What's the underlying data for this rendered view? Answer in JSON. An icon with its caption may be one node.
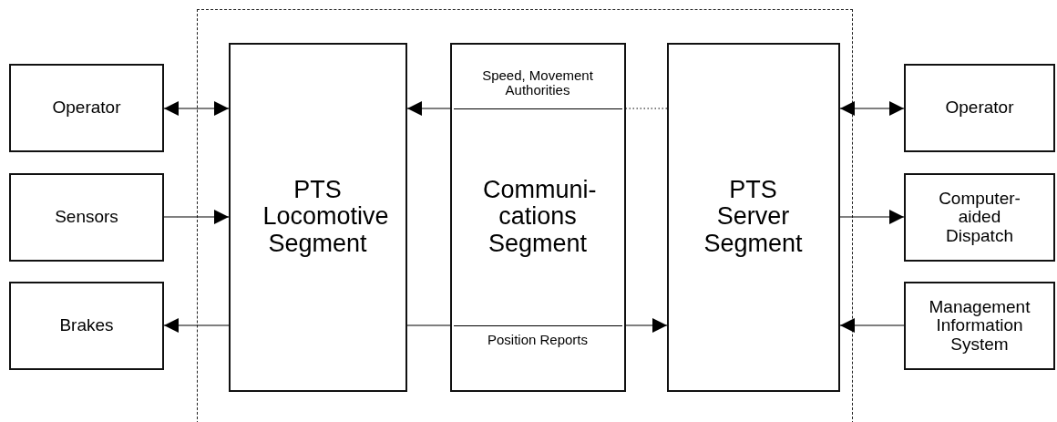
{
  "diagram": {
    "nodes": [
      {
        "text": [],
        "shape": "box"
      },
      {
        "text": [
          "Operator"
        ]
      },
      {
        "text": [
          "Sensors"
        ]
      },
      {
        "text": [
          "Brakes"
        ]
      },
      {
        "text": [
          "PTS Locomotive Segment"
        ],
        "in": 0
      },
      {
        "text": [
          "Speed, Movement Authorities",
          "Communi- cations Segment",
          "Position Reports"
        ],
        "in": 0
      },
      {
        "text": [
          "PTS Server Segment"
        ],
        "in": 0
      },
      {
        "text": [
          "Operator"
        ]
      },
      {
        "text": [
          "Computer- aided Dispatch"
        ]
      },
      {
        "text": [
          "Management Information System"
        ]
      }
    ],
    "edges": [
      {
        "from": 1,
        "to": 4,
        "arrow": "both"
      },
      {
        "from": 2,
        "to": 4,
        "arrow": "to"
      },
      {
        "from": 4,
        "to": 3,
        "arrow": "to"
      },
      {
        "from": 5,
        "to": 4,
        "arrow": "to"
      },
      {
        "from": 6,
        "to": 5,
        "arrow": "none",
        "style": "dashed"
      },
      {
        "from": 4,
        "to": 5,
        "arrow": "none"
      },
      {
        "from": 5,
        "to": 6,
        "arrow": "to"
      },
      {
        "from": 6,
        "to": 7,
        "arrow": "both"
      },
      {
        "from": 6,
        "to": 8,
        "arrow": "to"
      },
      {
        "from": 9,
        "to": 6,
        "arrow": "to"
      }
    ]
  }
}
